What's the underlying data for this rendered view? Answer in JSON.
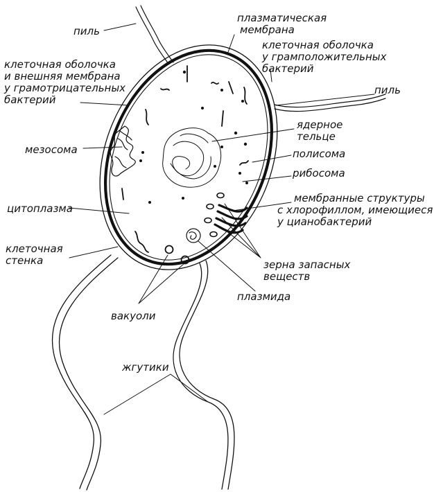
{
  "labels": {
    "pili_top": "пиль",
    "plasma_membrane": [
      "плазматическая",
      "мембрана"
    ],
    "gram_pos_wall": [
      "клеточная оболочка",
      "у грамположительных",
      "бактерий"
    ],
    "gram_neg_wall": [
      "клеточная оболочка",
      "и внешняя мембрана",
      "у грамотрицательных",
      "бактерий"
    ],
    "pili_right": "пиль",
    "nucleoid": [
      "ядерное",
      "тельце"
    ],
    "mesosome": "мезосома",
    "polysome": "полисома",
    "ribosome": "рибосома",
    "cytoplasm": "цитоплазма",
    "thylakoids": [
      "мембранные структуры",
      "с хлорофиллом, имеющиеся",
      "у цианобактерий"
    ],
    "cell_wall": [
      "клеточная",
      "стенка"
    ],
    "storage": [
      "зерна запасных",
      "веществ"
    ],
    "plasmid": "плазмида",
    "vacuoles": "вакуоли",
    "flagella": "жгутики"
  },
  "colors": {
    "ink": "#111111",
    "background": "#ffffff"
  }
}
